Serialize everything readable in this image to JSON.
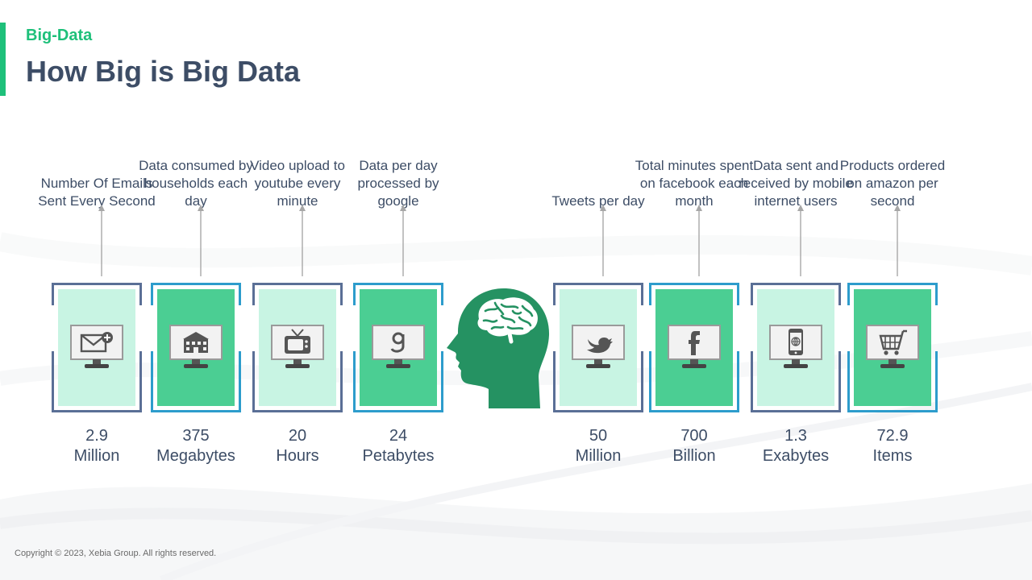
{
  "header": {
    "section_label": "Big-Data",
    "title": "How Big is Big Data"
  },
  "cards": [
    {
      "caption": "Number Of Emails Sent Every Second",
      "value": "2.9",
      "unit": "Million",
      "icon": "email-add-icon",
      "panel": "light",
      "frame_color": "#5a6f96"
    },
    {
      "caption": "Data consumed by households each day",
      "value": "375",
      "unit": "Megabytes",
      "icon": "house-icon",
      "panel": "dark",
      "frame_color": "#2d9ccc"
    },
    {
      "caption": "Video upload to youtube every minute",
      "value": "20",
      "unit": "Hours",
      "icon": "tv-icon",
      "panel": "light",
      "frame_color": "#5a6f96"
    },
    {
      "caption": "Data per day processed by google",
      "value": "24",
      "unit": "Petabytes",
      "icon": "google-icon",
      "panel": "dark",
      "frame_color": "#2d9ccc"
    },
    {
      "caption": "Tweets per day",
      "value": "50",
      "unit": "Million",
      "icon": "twitter-bird-icon",
      "panel": "light",
      "frame_color": "#5a6f96"
    },
    {
      "caption": "Total minutes spent on facebook each month",
      "value": "700",
      "unit": "Billion",
      "icon": "facebook-icon",
      "panel": "dark",
      "frame_color": "#2d9ccc"
    },
    {
      "caption": "Data sent and received by mobile internet users",
      "value": "1.3",
      "unit": "Exabytes",
      "icon": "mobile-globe-icon",
      "panel": "light",
      "frame_color": "#5a6f96"
    },
    {
      "caption": "Products ordered on amazon per second",
      "value": "72.9",
      "unit": "Items",
      "icon": "shopping-cart-icon",
      "panel": "dark",
      "frame_color": "#2d9ccc"
    }
  ],
  "center_icon": "head-brain-icon",
  "colors": {
    "accent": "#1ec07a",
    "title": "#3d4d66",
    "panel_light": "#c8f4e3",
    "panel_dark": "#4bce93",
    "head": "#259262"
  },
  "footer": {
    "copyright": "Copyright © 2023, Xebia Group. All rights reserved."
  }
}
